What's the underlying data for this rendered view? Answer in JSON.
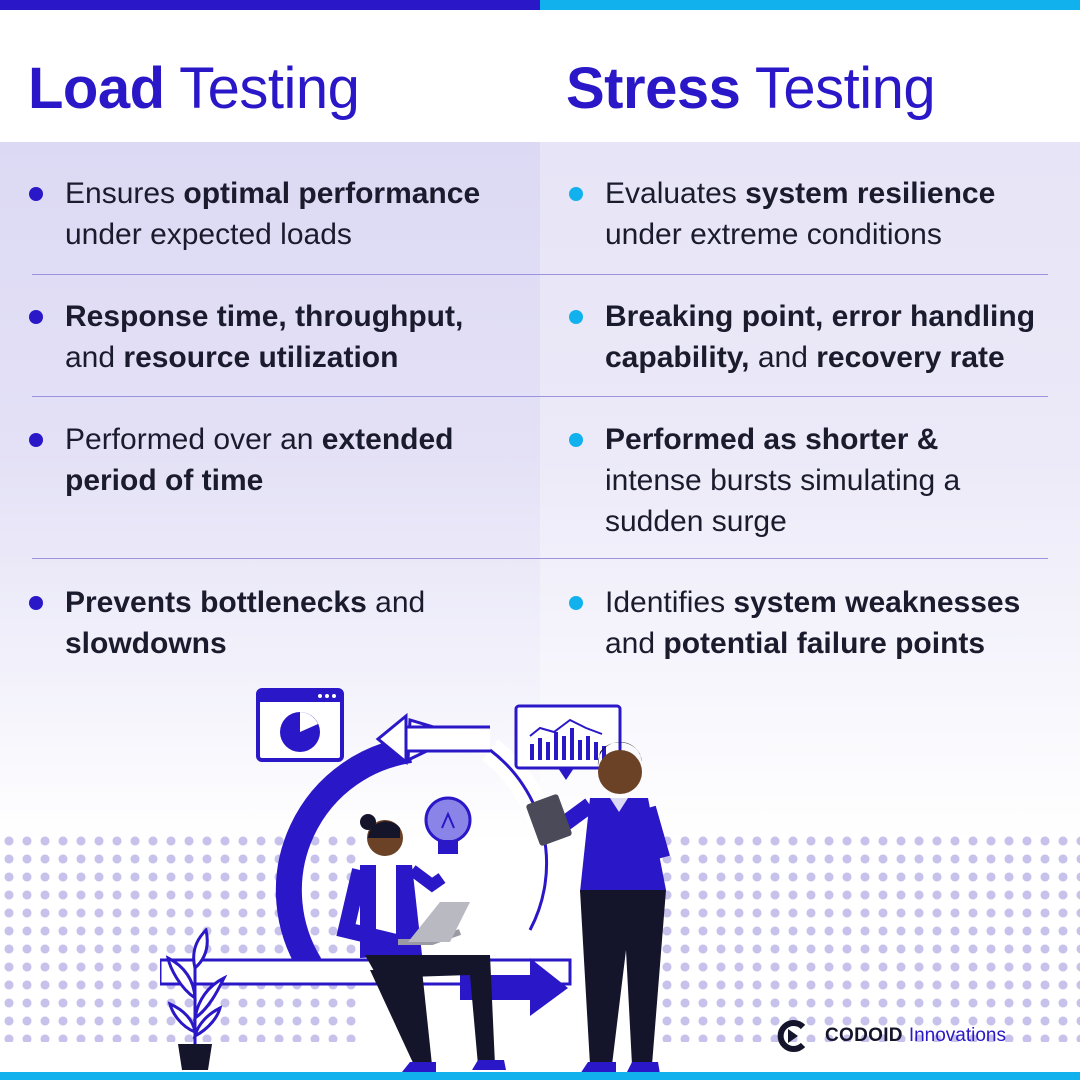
{
  "header": {
    "left_title_bold": "Load",
    "left_title_light": " Testing",
    "right_title_bold": "Stress",
    "right_title_light": " Testing"
  },
  "load_items": [
    {
      "l1": [
        {
          "t": "Ensures ",
          "b": false
        },
        {
          "t": "optimal performance",
          "b": true
        }
      ],
      "l2": [
        {
          "t": "under expected loads",
          "b": false
        }
      ]
    },
    {
      "l1": [
        {
          "t": "Response time, throughput,",
          "b": true
        }
      ],
      "l2": [
        {
          "t": "and ",
          "b": false
        },
        {
          "t": "resource utilization",
          "b": true
        }
      ]
    },
    {
      "l1": [
        {
          "t": "Performed over an ",
          "b": false
        },
        {
          "t": "extended",
          "b": true
        }
      ],
      "l2": [
        {
          "t": "period of time",
          "b": true
        }
      ]
    },
    {
      "l1": [
        {
          "t": "Prevents bottlenecks",
          "b": true
        },
        {
          "t": " and",
          "b": false
        }
      ],
      "l2": [
        {
          "t": "slowdowns",
          "b": true
        }
      ]
    }
  ],
  "stress_items": [
    {
      "l1": [
        {
          "t": "Evaluates ",
          "b": false
        },
        {
          "t": "system resilience",
          "b": true
        }
      ],
      "l2": [
        {
          "t": "under extreme conditions",
          "b": false
        }
      ]
    },
    {
      "l1": [
        {
          "t": "Breaking point, error handling",
          "b": true
        }
      ],
      "l2": [
        {
          "t": "capability,",
          "b": true
        },
        {
          "t": " and ",
          "b": false
        },
        {
          "t": "recovery rate",
          "b": true
        }
      ]
    },
    {
      "l1": [
        {
          "t": "Performed as shorter &",
          "b": true
        }
      ],
      "l2": [
        {
          "t": "intense bursts simulating a",
          "b": false
        }
      ],
      "l3": [
        {
          "t": "sudden surge",
          "b": false
        }
      ]
    },
    {
      "l1": [
        {
          "t": "Identifies ",
          "b": false
        },
        {
          "t": "system weaknesses",
          "b": true
        }
      ],
      "l2": [
        {
          "t": "and ",
          "b": false
        },
        {
          "t": "potential failure points",
          "b": true
        }
      ]
    }
  ],
  "logo": {
    "brand": "CODOID",
    "sub": "Innovations",
    "icon": "codoid-logo-icon"
  },
  "illustration": {
    "icons": [
      "pie-chart-window-icon",
      "bar-chart-bubble-icon",
      "lightbulb-icon",
      "cycle-arrow-icon",
      "plant-icon"
    ]
  },
  "colors": {
    "primary": "#2a17c7",
    "accent": "#11b1ee",
    "panel": "#dcd9f4"
  }
}
